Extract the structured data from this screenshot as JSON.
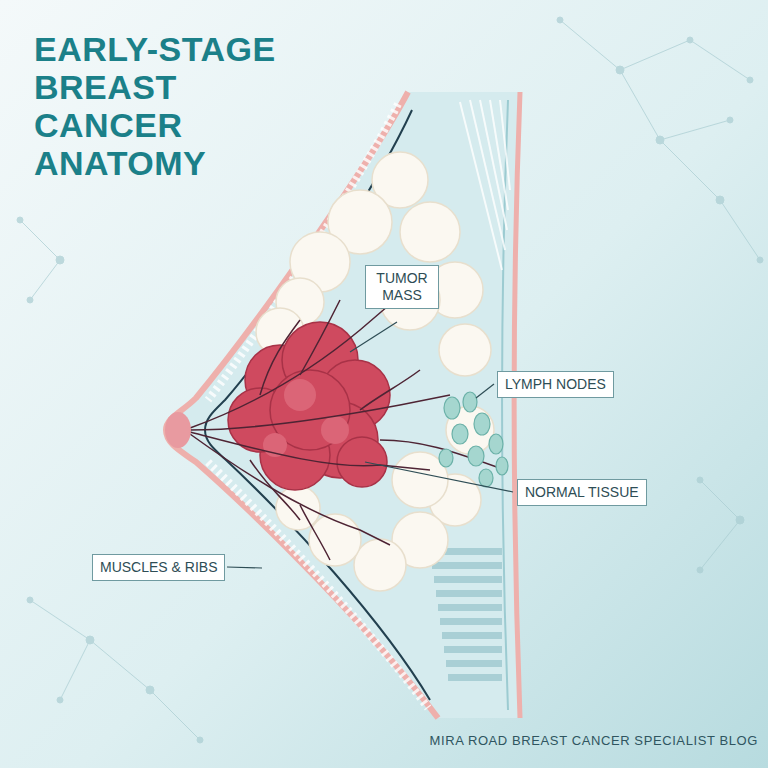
{
  "diagram": {
    "title": "EARLY-STAGE BREAST CANCER ANATOMY",
    "nodes": [
      {
        "text": [
          "TUMOR MASS"
        ]
      },
      {
        "text": [
          "LYMPH NODES"
        ]
      },
      {
        "text": [
          "NORMAL TISSUE"
        ]
      },
      {
        "text": [
          "MUSCLES & RIBS"
        ]
      }
    ],
    "labels": [
      "MIRA ROAD BREAST CANCER SPECIALIST BLOG"
    ]
  }
}
